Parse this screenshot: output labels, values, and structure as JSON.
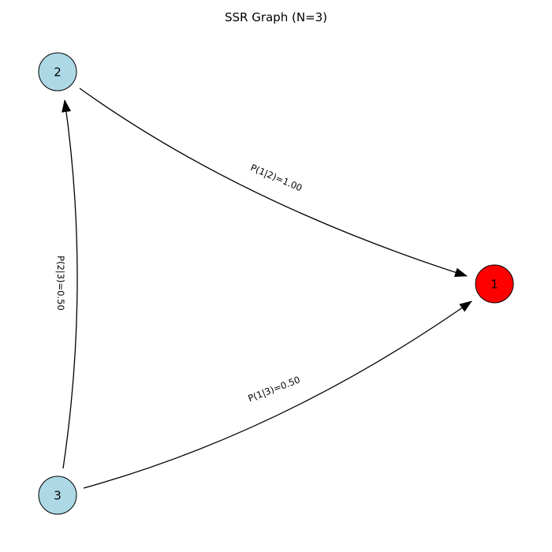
{
  "title": "SSR Graph (N=3)",
  "colors": {
    "node_default": "#add8e6",
    "node_highlight": "#ff0000",
    "stroke": "#000000",
    "background": "#ffffff"
  },
  "nodes": [
    {
      "id": "1",
      "label": "1",
      "color": "#ff0000"
    },
    {
      "id": "2",
      "label": "2",
      "color": "#add8e6"
    },
    {
      "id": "3",
      "label": "3",
      "color": "#add8e6"
    }
  ],
  "edges": [
    {
      "from": "2",
      "to": "1",
      "label": "P(1|2)=1.00"
    },
    {
      "from": "3",
      "to": "1",
      "label": "P(1|3)=0.50"
    },
    {
      "from": "3",
      "to": "2",
      "label": "P(2|3)=0.50"
    }
  ]
}
